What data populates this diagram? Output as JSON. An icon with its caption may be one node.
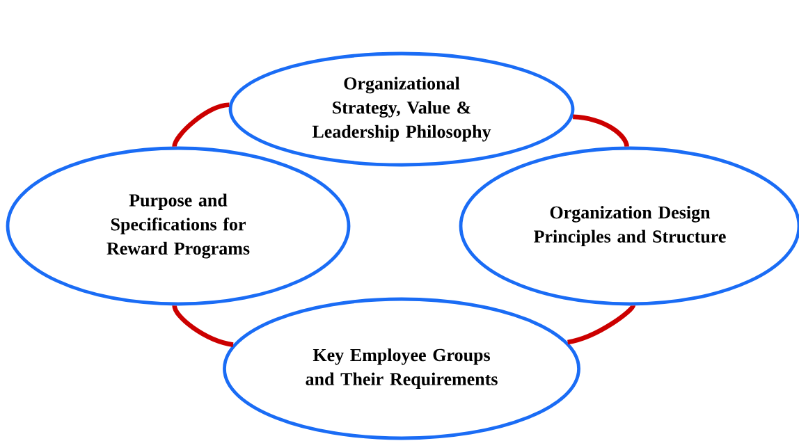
{
  "diagram": {
    "nodes": [
      {
        "text": [
          "Organizational Strategy, Value & Leadership Philosophy"
        ]
      },
      {
        "text": [
          "Purpose and Specifications for Reward Programs"
        ]
      },
      {
        "text": [
          "Organization Design Principles and Structure"
        ]
      },
      {
        "text": [
          "Key Employee Groups and Their Requirements"
        ]
      }
    ],
    "edges": [
      {
        "from": 1,
        "to": 0,
        "arrow": "none"
      },
      {
        "from": 0,
        "to": 2,
        "arrow": "none"
      },
      {
        "from": 2,
        "to": 3,
        "arrow": "none"
      },
      {
        "from": 3,
        "to": 1,
        "arrow": "none"
      }
    ]
  }
}
